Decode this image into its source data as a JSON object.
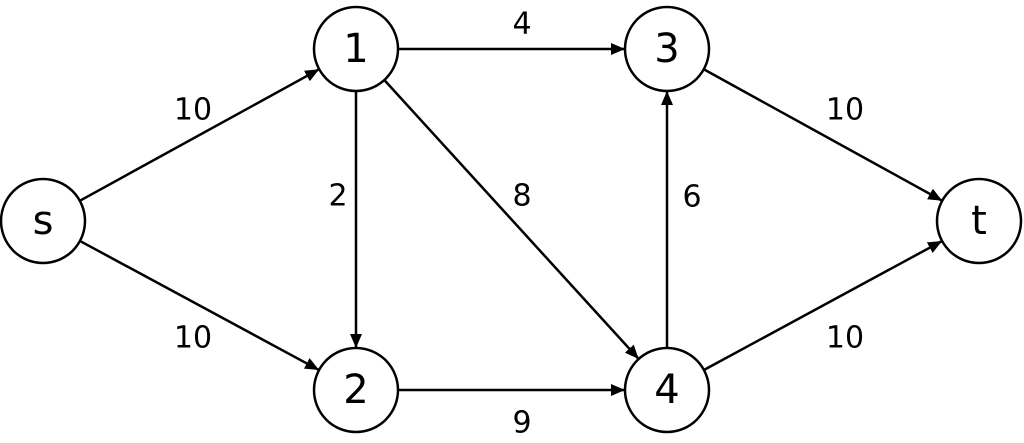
{
  "graph": {
    "nodes": [
      {
        "id": "s",
        "label": "s"
      },
      {
        "id": "1",
        "label": "1"
      },
      {
        "id": "2",
        "label": "2"
      },
      {
        "id": "3",
        "label": "3"
      },
      {
        "id": "4",
        "label": "4"
      },
      {
        "id": "t",
        "label": "t"
      }
    ],
    "edges": [
      {
        "from": "s",
        "to": "1",
        "capacity": "10"
      },
      {
        "from": "s",
        "to": "2",
        "capacity": "10"
      },
      {
        "from": "1",
        "to": "3",
        "capacity": "4"
      },
      {
        "from": "1",
        "to": "2",
        "capacity": "2"
      },
      {
        "from": "1",
        "to": "4",
        "capacity": "8"
      },
      {
        "from": "2",
        "to": "4",
        "capacity": "9"
      },
      {
        "from": "4",
        "to": "3",
        "capacity": "6"
      },
      {
        "from": "3",
        "to": "t",
        "capacity": "10"
      },
      {
        "from": "4",
        "to": "t",
        "capacity": "10"
      }
    ]
  }
}
